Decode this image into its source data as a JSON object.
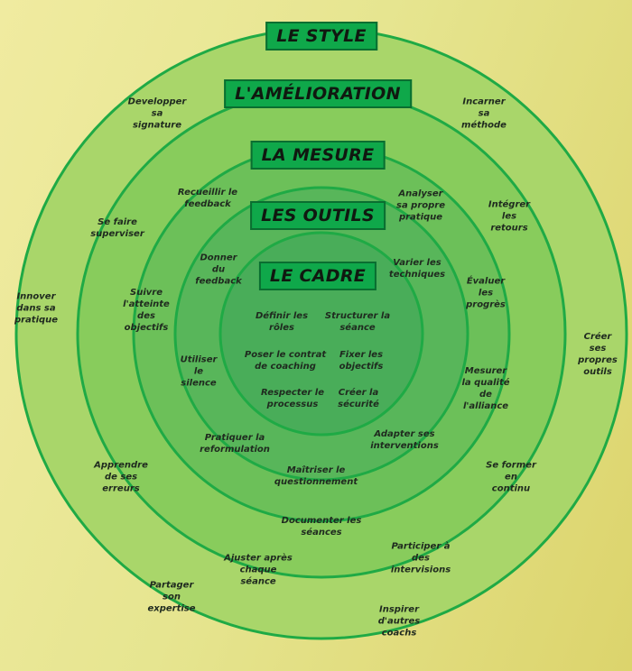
{
  "rings": {
    "style": {
      "title": "LE STYLE"
    },
    "amelioration": {
      "title": "L'AMÉLIORATION"
    },
    "mesure": {
      "title": "LA MESURE"
    },
    "outils": {
      "title": "LES OUTILS"
    },
    "cadre": {
      "title": "LE CADRE"
    }
  },
  "labels": {
    "developper_signature": "Developper\nsa\nsignature",
    "incarner_methode": "Incarner\nsa\nméthode",
    "recueillir_feedback": "Recueillir le\nfeedback",
    "analyser_pratique": "Analyser\nsa propre\npratique",
    "se_faire_superviser": "Se faire\nsuperviser",
    "integrer_retours": "Intégrer\nles\nretours",
    "donner_feedback": "Donner\ndu\nfeedback",
    "varier_techniques": "Varier les\ntechniques",
    "innover_pratique": "Innover\ndans sa\npratique",
    "suivre_objectifs": "Suivre\nl'atteinte\ndes\nobjectifs",
    "evaluer_progres": "Évaluer\nles\nprogrès",
    "definir_roles": "Définir les\nrôles",
    "structurer_seance": "Structurer la\nséance",
    "poser_contrat": "Poser le contrat\nde coaching",
    "fixer_objectifs": "Fixer les\nobjectifs",
    "utiliser_silence": "Utiliser\nle\nsilence",
    "respecter_processus": "Respecter le\nprocessus",
    "creer_securite": "Créer la\nsécurité",
    "mesurer_alliance": "Mesurer\nla qualité\nde\nl'alliance",
    "creer_outils": "Créer ses\npropres\noutils",
    "pratiquer_reformulation": "Pratiquer la\nreformulation",
    "adapter_interventions": "Adapter ses\ninterventions",
    "apprendre_erreurs": "Apprendre\nde ses\nerreurs",
    "maitriser_questionnement": "Maîtriser le\nquestionnement",
    "se_former": "Se former\nen\ncontinu",
    "documenter_seances": "Documenter les\nséances",
    "ajuster_seance": "Ajuster après\nchaque\nséance",
    "participer_intervisions": "Participer à\ndes\nintervisions",
    "partager_expertise": "Partager\nson\nexpertise",
    "inspirer_coachs": "Inspirer\nd'autres\ncoachs"
  },
  "colors": {
    "ring_style": "#a9d66a",
    "ring_amelioration": "#88cc5c",
    "ring_mesure": "#6cc059",
    "ring_outils": "#58b65a",
    "ring_cadre": "#49ad59",
    "ring_border": "#1faa45",
    "title_bg": "#0fa84a"
  }
}
